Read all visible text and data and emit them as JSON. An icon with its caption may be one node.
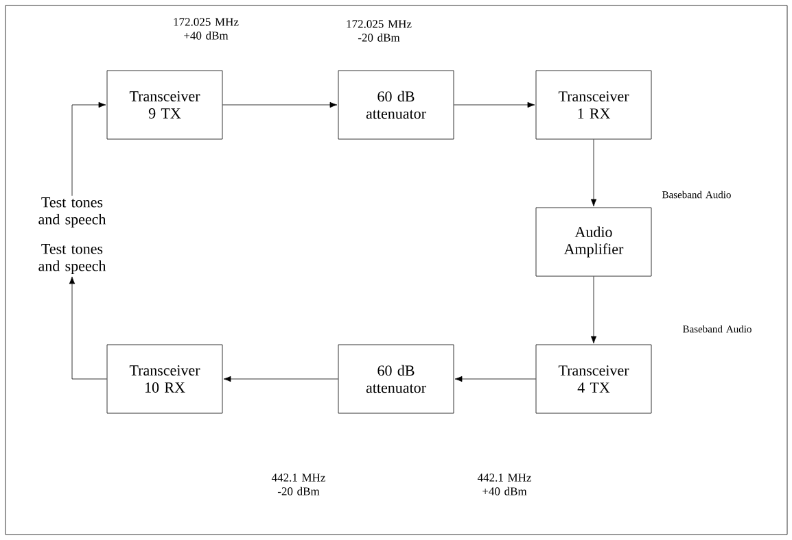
{
  "diagram": {
    "nodes": [
      {
        "text": [
          "Transceiver 9 TX"
        ]
      },
      {
        "text": [
          "60 dB attenuator"
        ]
      },
      {
        "text": [
          "Transceiver 1 RX"
        ]
      },
      {
        "text": [
          "Audio Amplifier"
        ]
      },
      {
        "text": [
          "Transceiver 4 TX"
        ]
      },
      {
        "text": [
          "60 dB attenuator"
        ]
      },
      {
        "text": [
          "Transceiver 10 RX"
        ]
      },
      {
        "text": [
          "Test tones and speech"
        ]
      },
      {
        "text": [
          "Test tones and speech"
        ]
      }
    ],
    "edges": [
      {
        "from": 7,
        "to": 0,
        "arrow": "to"
      },
      {
        "from": 0,
        "to": 1,
        "arrow": "to"
      },
      {
        "from": 1,
        "to": 2,
        "arrow": "to"
      },
      {
        "from": 2,
        "to": 3,
        "arrow": "to"
      },
      {
        "from": 3,
        "to": 4,
        "arrow": "to"
      },
      {
        "from": 4,
        "to": 5,
        "arrow": "to"
      },
      {
        "from": 5,
        "to": 6,
        "arrow": "to"
      },
      {
        "from": 6,
        "to": 8,
        "arrow": "to"
      }
    ],
    "labels": [
      "172.025 MHz +40 dBm",
      "172.025 MHz -20 dBm",
      "Baseband Audio",
      "Baseband Audio",
      "442.1 MHz -20 dBm",
      "442.1 MHz +40 dBm"
    ]
  }
}
